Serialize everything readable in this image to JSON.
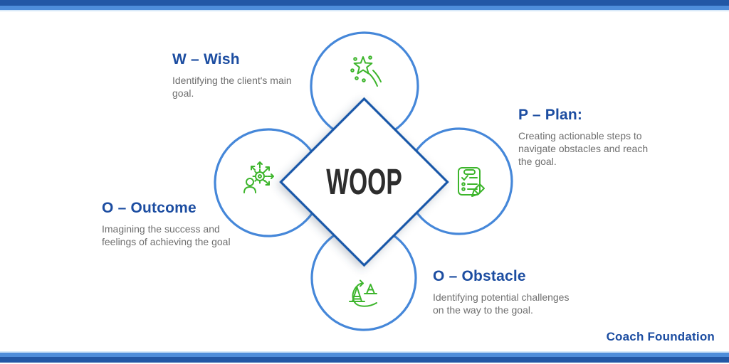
{
  "center": {
    "label": "WOOP"
  },
  "brand": {
    "name": "Coach Foundation"
  },
  "colors": {
    "heading_blue": "#1c4da1",
    "circle_stroke": "#4587d9",
    "diamond_stroke": "#1956a8",
    "icon_green": "#3db52c",
    "body_gray": "#6f6f6f",
    "woop_text": "#2d2d2d",
    "border_dark": "#2257a5",
    "border_medium": "#4e8dda",
    "border_light": "#d8e9f9"
  },
  "sections": [
    {
      "id": "wish",
      "title": "W – Wish",
      "lines": [
        "Identifying the client's main",
        "goal."
      ],
      "icon": "shooting-star-icon"
    },
    {
      "id": "plan",
      "title": "P – Plan:",
      "lines": [
        "Creating actionable steps to",
        "navigate obstacles and reach",
        "the goal."
      ],
      "icon": "checklist-pencil-icon"
    },
    {
      "id": "outcome",
      "title": "O – Outcome",
      "lines": [
        "Imagining the success and",
        "feelings of achieving the goal"
      ],
      "icon": "person-gear-arrows-icon"
    },
    {
      "id": "obstacle",
      "title": "O – Obstacle",
      "lines": [
        "Identifying potential challenges",
        "on the way to the goal."
      ],
      "icon": "traffic-cones-path-icon"
    }
  ]
}
